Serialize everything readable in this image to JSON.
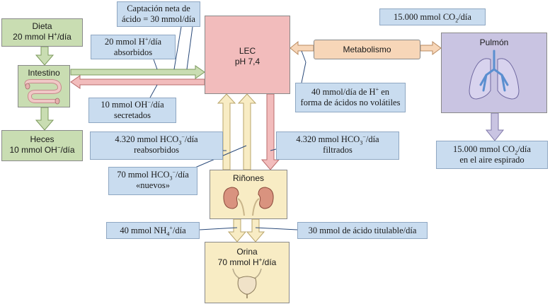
{
  "colors": {
    "green": "#c9ddb2",
    "pink": "#f2bcbc",
    "lavender": "#c9c4e2",
    "peach": "#f7d6b8",
    "cream": "#f8ecc4",
    "blue_label": "#c9dcef"
  },
  "nodes": {
    "dieta": {
      "line1": "Dieta",
      "line2_pre": "20 mmol H",
      "line2_sup": "+",
      "line2_post": "/día"
    },
    "intestino": {
      "title": "Intestino",
      "icon": "intestine-icon"
    },
    "heces": {
      "line1": "Heces",
      "line2_pre": "10 mmol OH",
      "line2_sup": "−",
      "line2_post": "/día"
    },
    "lec": {
      "line1": "LEC",
      "line2": "pH 7,4"
    },
    "metabolismo": {
      "title": "Metabolismo"
    },
    "pulmon": {
      "title": "Pulmón",
      "icon": "lungs-icon"
    },
    "rinones": {
      "title": "Riñones",
      "icon": "kidneys-icon"
    },
    "orina": {
      "line1": "Orina",
      "line2_pre": "70 mmol H",
      "line2_sup": "+",
      "line2_post": "/día",
      "icon": "bladder-icon"
    }
  },
  "labels": {
    "captacion": {
      "line1": "Captación neta de",
      "line2": "ácido = 30 mmol/día"
    },
    "absorbidos": {
      "line1_pre": "20 mmol H",
      "line1_sup": "+",
      "line1_post": "/día",
      "line2": "absorbidos"
    },
    "secretados": {
      "line1_pre": "10 mmol OH",
      "line1_sup": "−",
      "line1_post": "/día",
      "line2": "secretados"
    },
    "co2_top": {
      "pre": "15.000 mmol CO",
      "sub": "2",
      "post": "/día"
    },
    "acidos": {
      "line1_pre": "40 mmol/día de H",
      "line1_sup": "+",
      "line1_post": " en",
      "line2": "forma de ácidos no volátiles"
    },
    "co2_aire": {
      "line1_pre": "15.000 mmol CO",
      "line1_sub": "2",
      "line1_post": "/día",
      "line2": "en el aire espirado"
    },
    "reabsorbidos": {
      "line1_pre": "4.320 mmol HCO",
      "line1_sub": "3",
      "line1_sup": "−",
      "line1_post": "/día",
      "line2": "reabsorbidos"
    },
    "filtrados": {
      "line1_pre": "4.320 mmol HCO",
      "line1_sub": "3",
      "line1_sup": "−",
      "line1_post": "/día",
      "line2": "filtrados"
    },
    "nuevos": {
      "line1_pre": "70 mmol HCO",
      "line1_sub": "3",
      "line1_sup": "−",
      "line1_post": "/día",
      "line2": "«nuevos»"
    },
    "nh4": {
      "pre": "40 mmol NH",
      "sub": "4",
      "sup": "+",
      "post": "/día"
    },
    "titulable": {
      "text": "30 mmol de ácido titulable/día"
    }
  }
}
